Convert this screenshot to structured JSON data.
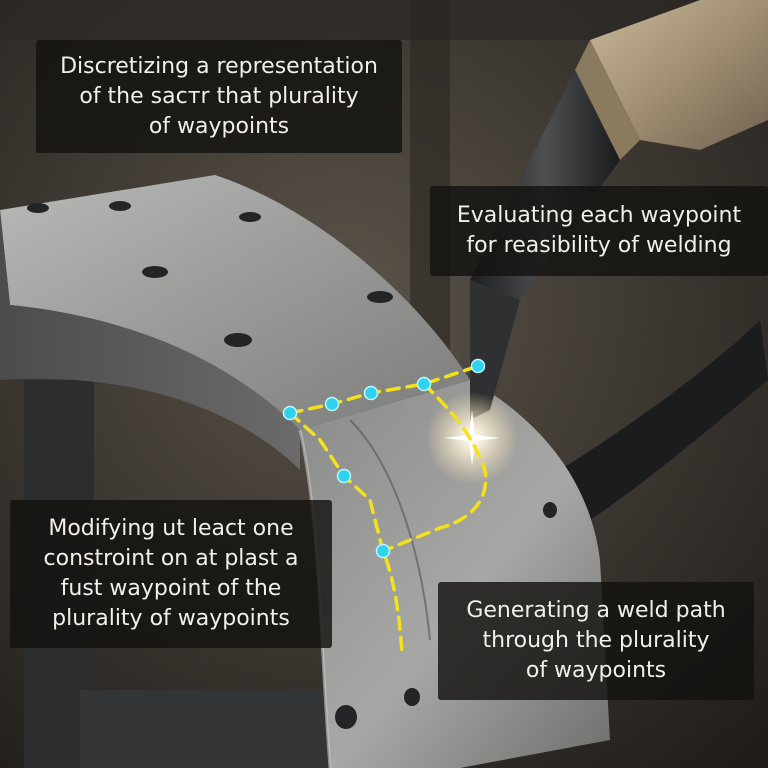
{
  "captions": [
    {
      "id": "discretize",
      "text": "Discretizing a representation\nof the sacтr that plurality\nof waypoints"
    },
    {
      "id": "evaluate",
      "text": "Evaluating each waypoint\nfor reasibility of welding"
    },
    {
      "id": "modify",
      "text": "Modifying ut leact one\nconstroint on at plast a\nfust waypoint of the\nplurality of waypoints"
    },
    {
      "id": "generate",
      "text": "Generating a weld path\nthrough the plurality\nof waypoints"
    }
  ],
  "colors": {
    "weld_path": "#f3e21a",
    "waypoint": "#2fd3f0",
    "metal": "#8e8f8e",
    "arc_glow": "#ffffff",
    "caption_bg": "#141210",
    "caption_text": "#f2efe9"
  },
  "icons": {
    "torch": "welding-torch-nozzle",
    "arc": "welding-arc-spark"
  }
}
